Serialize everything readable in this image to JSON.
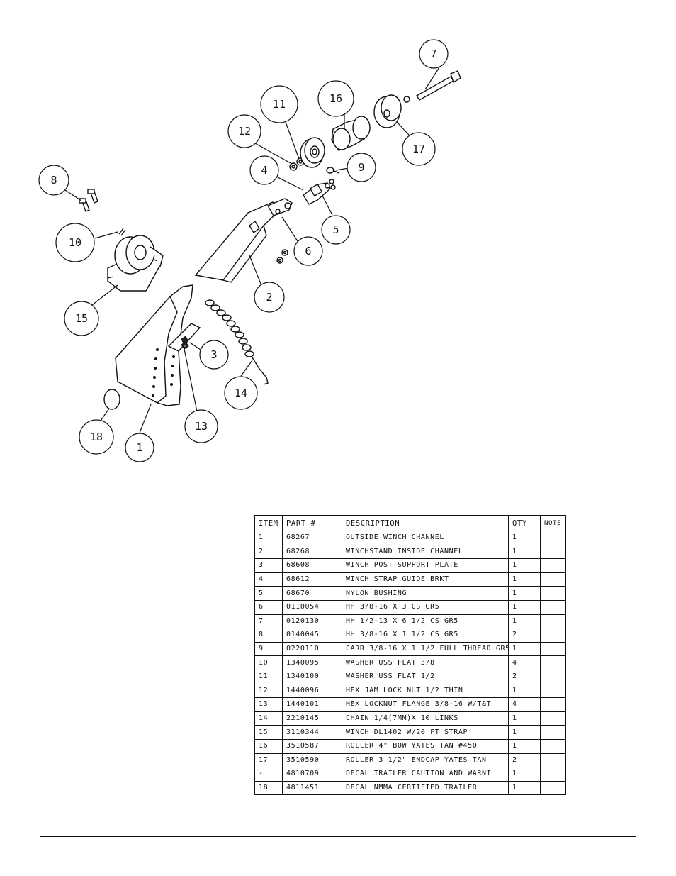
{
  "callouts": [
    "1",
    "2",
    "3",
    "4",
    "5",
    "6",
    "7",
    "8",
    "9",
    "10",
    "11",
    "12",
    "13",
    "14",
    "15",
    "16",
    "17",
    "18"
  ],
  "table": {
    "headers": {
      "item": "ITEM",
      "part": "PART #",
      "desc": "DESCRIPTION",
      "qty": "QTY",
      "note": "NOTE"
    },
    "rows": [
      {
        "item": "1",
        "part": "68267",
        "desc": "OUTSIDE WINCH CHANNEL",
        "qty": "1",
        "note": ""
      },
      {
        "item": "2",
        "part": "68268",
        "desc": "WINCHSTAND   INSIDE CHANNEL",
        "qty": "1",
        "note": ""
      },
      {
        "item": "3",
        "part": "68608",
        "desc": "WINCH POST SUPPORT PLATE",
        "qty": "1",
        "note": ""
      },
      {
        "item": "4",
        "part": "68612",
        "desc": "WINCH STRAP GUIDE BRKT",
        "qty": "1",
        "note": ""
      },
      {
        "item": "5",
        "part": "68670",
        "desc": "NYLON BUSHING",
        "qty": "1",
        "note": ""
      },
      {
        "item": "6",
        "part": "0110054",
        "desc": "HH 3/8-16 X 3 CS GR5",
        "qty": "1",
        "note": ""
      },
      {
        "item": "7",
        "part": "0120130",
        "desc": "HH 1/2-13 X 6 1/2 CS GR5",
        "qty": "1",
        "note": ""
      },
      {
        "item": "8",
        "part": "0140045",
        "desc": "HH 3/8-16 X 1 1/2 CS GR5",
        "qty": "2",
        "note": ""
      },
      {
        "item": "9",
        "part": "0220110",
        "desc": "CARR 3/8-16 X 1 1/2 FULL THREAD GR5",
        "qty": "1",
        "note": ""
      },
      {
        "item": "10",
        "part": "1340095",
        "desc": "WASHER USS FLAT 3/8",
        "qty": "4",
        "note": ""
      },
      {
        "item": "11",
        "part": "1340100",
        "desc": "WASHER USS FLAT 1/2",
        "qty": "2",
        "note": ""
      },
      {
        "item": "12",
        "part": "1440096",
        "desc": "HEX JAM LOCK NUT 1/2 THIN",
        "qty": "1",
        "note": ""
      },
      {
        "item": "13",
        "part": "1440101",
        "desc": "HEX LOCKNUT FLANGE 3/8-16 W/T&T",
        "qty": "4",
        "note": ""
      },
      {
        "item": "14",
        "part": "2210145",
        "desc": "CHAIN 1/4(7MM)X 10 LINKS",
        "qty": "1",
        "note": ""
      },
      {
        "item": "15",
        "part": "3110344",
        "desc": "WINCH DL1402 W/20 FT STRAP",
        "qty": "1",
        "note": ""
      },
      {
        "item": "16",
        "part": "3510587",
        "desc": "ROLLER 4\" BOW YATES TAN #450",
        "qty": "1",
        "note": ""
      },
      {
        "item": "17",
        "part": "3510590",
        "desc": "ROLLER 3 1/2\" ENDCAP YATES TAN",
        "qty": "2",
        "note": ""
      },
      {
        "item": "-",
        "part": "4810709",
        "desc": "DECAL TRAILER CAUTION AND WARNI",
        "qty": "1",
        "note": ""
      },
      {
        "item": "18",
        "part": "4811451",
        "desc": " DECAL NMMA CERTIFIED TRAILER",
        "qty": "1",
        "note": ""
      }
    ]
  }
}
